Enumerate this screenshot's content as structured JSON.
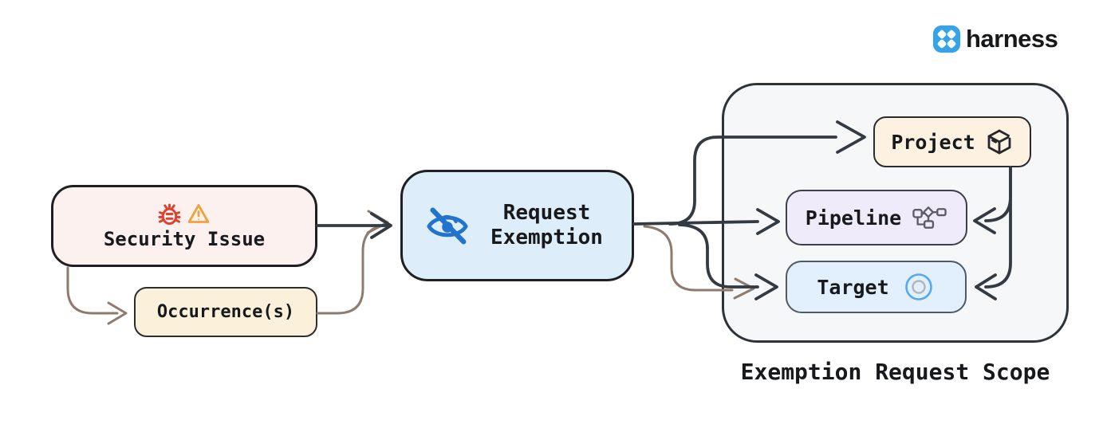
{
  "brand": {
    "name": "harness"
  },
  "nodes": {
    "security_issue": {
      "label": "Security Issue",
      "icons": [
        "bug-icon",
        "warning-icon"
      ]
    },
    "occurrences": {
      "label": "Occurrence(s)"
    },
    "request_exemption": {
      "label": "Request Exemption",
      "icons": [
        "eye-off-icon"
      ]
    },
    "project": {
      "label": "Project",
      "icons": [
        "package-cube-icon"
      ]
    },
    "pipeline": {
      "label": "Pipeline",
      "icons": [
        "pipeline-flow-icon"
      ]
    },
    "target": {
      "label": "Target",
      "icons": [
        "target-circle-icon"
      ]
    }
  },
  "scope": {
    "caption": "Exemption Request Scope"
  },
  "edges": [
    "security-issue -> request-exemption",
    "security-issue -> occurrences",
    "occurrences -> request-exemption",
    "request-exemption -> project",
    "request-exemption -> pipeline",
    "request-exemption -> target",
    "project -> pipeline",
    "project -> target"
  ],
  "colors": {
    "security_fill": "#fdf1ef",
    "occurrences_fill": "#fbf0da",
    "exemption_fill": "#deedfa",
    "scope_fill": "#f5f7f9",
    "project_fill": "#fdf2e1",
    "pipeline_fill": "#f0ebfa",
    "target_fill": "#e1f0fc",
    "arrow_dark": "#343a42",
    "arrow_brown": "#8e7b6d",
    "bug_red": "#e1402d",
    "warning_orange": "#eda23c",
    "eye_blue": "#2273cb",
    "target_blue": "#58a7f7",
    "harness_blue": "#36a3e6",
    "text": "#17191c"
  }
}
